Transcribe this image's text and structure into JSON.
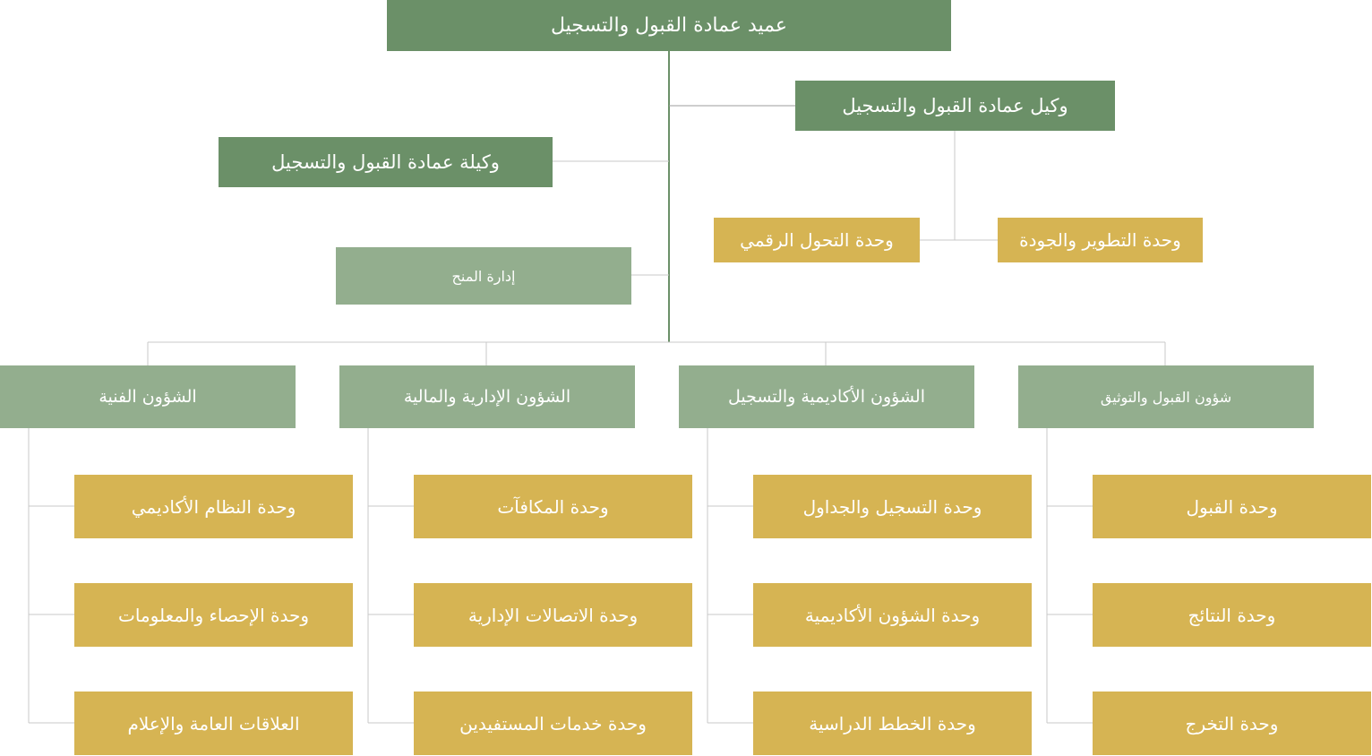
{
  "colors": {
    "primary": "#6b9068",
    "secondary": "#93ae8e",
    "unit": "#d6b453",
    "connector": "#c8c8c8",
    "trunk": "#6b9068"
  },
  "dean": "عميد عمادة القبول والتسجيل",
  "vice_dean_male": "وكيل عمادة القبول والتسجيل",
  "vice_dean_female": "وكيلة عمادة القبول والتسجيل",
  "scholarships": "إدارة المنح",
  "vice_units": [
    "وحدة التطوير والجودة",
    "وحدة التحول الرقمي"
  ],
  "departments": [
    {
      "name": "شؤون القبول والتوثيق",
      "units": [
        "وحدة القبول",
        "وحدة النتائج",
        "وحدة التخرج"
      ]
    },
    {
      "name": "الشؤون الأكاديمية والتسجيل",
      "units": [
        "وحدة التسجيل والجداول",
        "وحدة الشؤون الأكاديمية",
        "وحدة الخطط الدراسية"
      ]
    },
    {
      "name": "الشؤون الإدارية والمالية",
      "units": [
        "وحدة المكافآت",
        "وحدة الاتصالات الإدارية",
        "وحدة خدمات المستفيدين"
      ]
    },
    {
      "name": "الشؤون الفنية",
      "units": [
        "وحدة النظام الأكاديمي",
        "وحدة الإحصاء والمعلومات",
        "العلاقات العامة والإعلام"
      ]
    }
  ]
}
